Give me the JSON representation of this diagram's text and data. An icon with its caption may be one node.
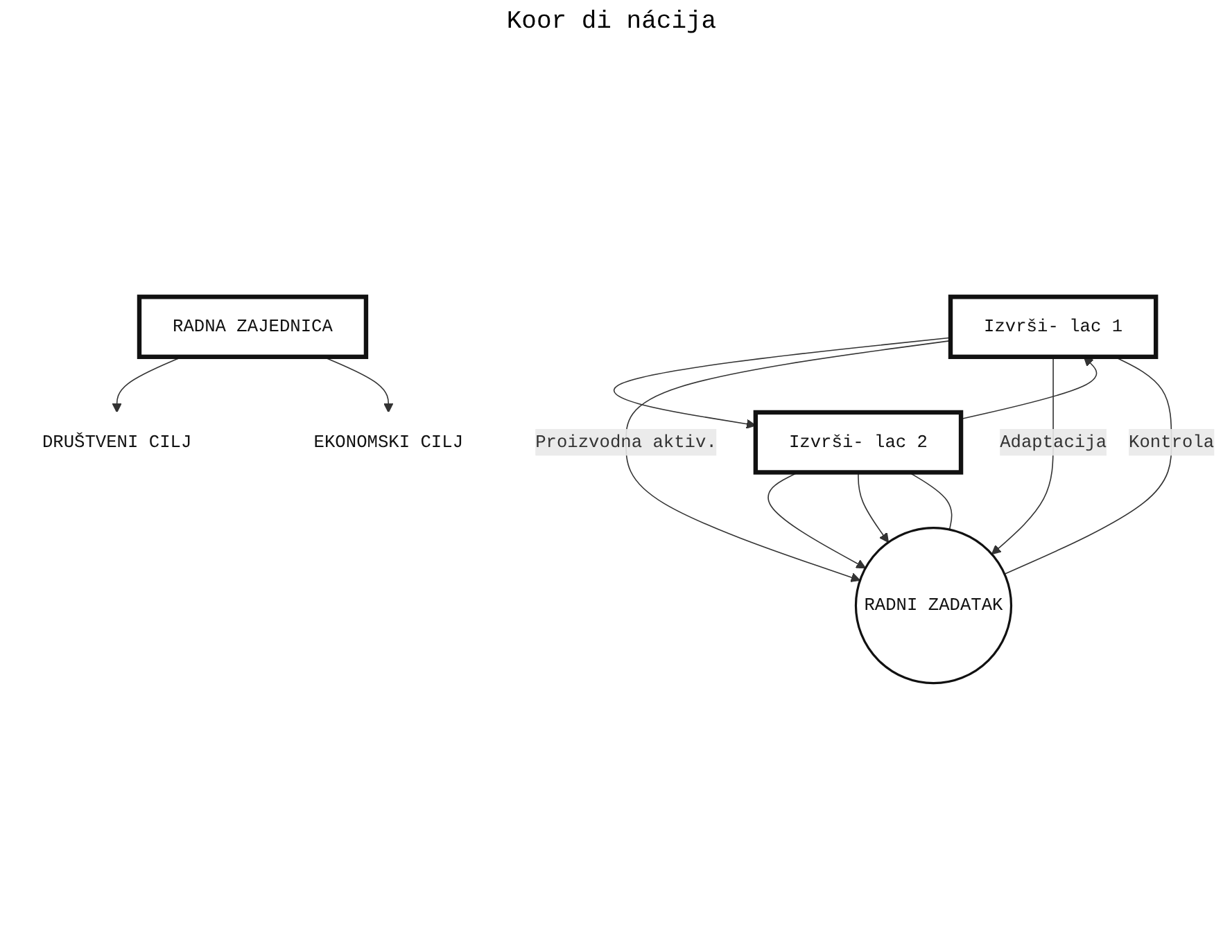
{
  "diagram": {
    "nodes": [
      {
        "text": [
          "Izvrši- lac 1"
        ]
      },
      {
        "text": [
          "Izvrši- lac 2"
        ]
      },
      {
        "text": [
          "RADNI ZADATAK"
        ]
      },
      {
        "text": [
          "RADNA ZAJEDNICA"
        ]
      },
      {
        "text": [
          "DRUŠTVENI CILJ"
        ]
      },
      {
        "text": [
          "EKONOMSKI CILJ"
        ]
      }
    ],
    "edges": [
      {
        "from": 0,
        "to": 1,
        "arrow": "to"
      },
      {
        "from": 1,
        "to": 0,
        "arrow": "to"
      },
      {
        "from": 0,
        "to": 2,
        "arrow": "to",
        "label": "Proizvodna aktiv."
      },
      {
        "from": 0,
        "to": 2,
        "arrow": "to",
        "label": "Adaptacija"
      },
      {
        "from": 2,
        "to": 0,
        "arrow": "none",
        "label": "Kontrola"
      },
      {
        "from": 1,
        "to": 2,
        "arrow": "to"
      },
      {
        "from": 2,
        "to": 1,
        "arrow": "none"
      },
      {
        "from": 1,
        "to": 2,
        "arrow": "to"
      },
      {
        "from": 3,
        "to": 4,
        "arrow": "to"
      },
      {
        "from": 3,
        "to": 5,
        "arrow": "to"
      }
    ],
    "labels": [
      "Koor di nácija"
    ]
  }
}
